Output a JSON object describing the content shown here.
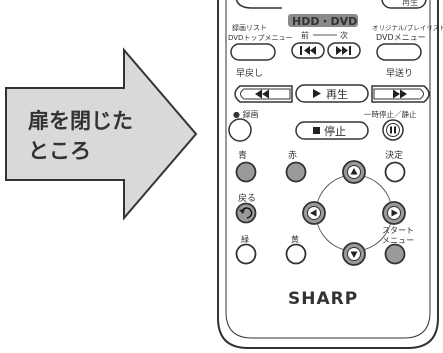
{
  "callout": {
    "line1": "扉を閉じた",
    "line2": "ところ"
  },
  "remote": {
    "top_right_fragment": "再生",
    "hdd_dvd_label": "HDD・DVD",
    "left_menu_label_line1": "録画リスト",
    "left_menu_label_line2": "DVDトップメニュー",
    "prev_label": "前",
    "next_label": "次",
    "right_menu_label_line1": "オリジナル/プレイリスト",
    "right_menu_label_line2": "DVDメニュー",
    "rewind_label": "早戻し",
    "fast_forward_label": "早送り",
    "play_label": "再生",
    "record_label": "● 録画",
    "pause_label": "一時停止／静止",
    "stop_label": "停止",
    "blue_label": "青",
    "red_label": "赤",
    "enter_label": "決定",
    "back_label": "戻る",
    "start_menu_label_line1": "スタート",
    "start_menu_label_line2": "メニュー",
    "green_label": "緑",
    "yellow_label": "黄",
    "brand": "SHARP"
  },
  "colors": {
    "outline": "#333333",
    "arrow_fill": "#d9d9d9",
    "hdd_pill_bg": "#8a8a8a",
    "button_dark": "#9a9a9a",
    "button_light": "#ffffff"
  }
}
